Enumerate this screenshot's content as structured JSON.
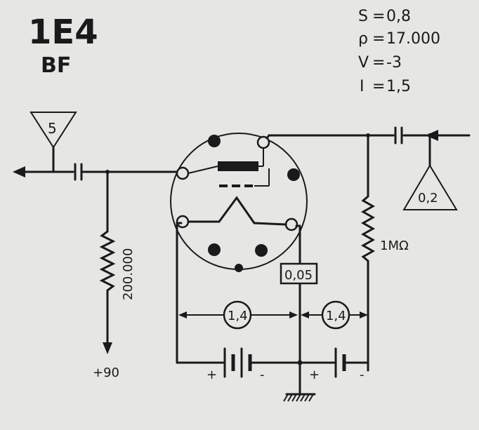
{
  "tube": {
    "name": "1E4",
    "function": "BF"
  },
  "parameters": [
    {
      "symbol": "S",
      "value": "0,8"
    },
    {
      "symbol": "ρ",
      "value": "17.000"
    },
    {
      "symbol": "V",
      "value": "-3"
    },
    {
      "symbol": "I",
      "value": "1,5"
    }
  ],
  "labels": {
    "left_triangle": "5",
    "right_triangle": "0,2",
    "grid_resistor": "200.000",
    "plate_resistor": "1MΩ",
    "supply": "+90",
    "filament_current": "0,05",
    "battery_left": "1,4",
    "battery_right": "1,4",
    "plus": "+",
    "minus": "-"
  },
  "colors": {
    "background": "#e6e6e4",
    "ink": "#1a1a1a"
  }
}
